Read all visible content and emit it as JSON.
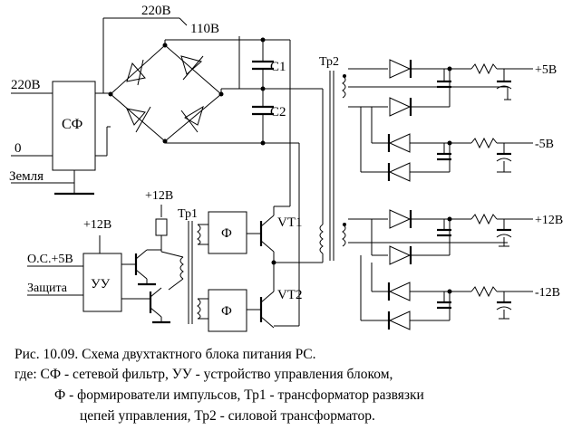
{
  "diagram": {
    "labels": {
      "mains_top": "220В",
      "tap_110": "110В",
      "in_220": "220В",
      "in_0": "0",
      "ground": "Земля",
      "filter": "СФ",
      "c1": "С1",
      "c2": "С2",
      "tr2": "Тр2",
      "tr1": "Тр1",
      "plus12_top": "+12В",
      "plus12_left": "+12В",
      "os": "О.С.+5В",
      "protection": "Защита",
      "uu": "УУ",
      "f1": "Ф",
      "f2": "Ф",
      "vt1": "VT1",
      "vt2": "VT2",
      "out_p5": "+5В",
      "out_m5": "-5В",
      "out_p12": "+12В",
      "out_m12": "-12В"
    },
    "caption": {
      "line1": "Рис. 10.09. Схема двухтактного блока питания PC.",
      "line2": "где: СФ - сетевой фильтр, УУ - устройство управления блоком,",
      "line3": "Ф - формирователи импульсов, Тр1 - трансформатор развязки",
      "line4": "цепей управления, Тр2 - силовой трансформатор."
    }
  }
}
